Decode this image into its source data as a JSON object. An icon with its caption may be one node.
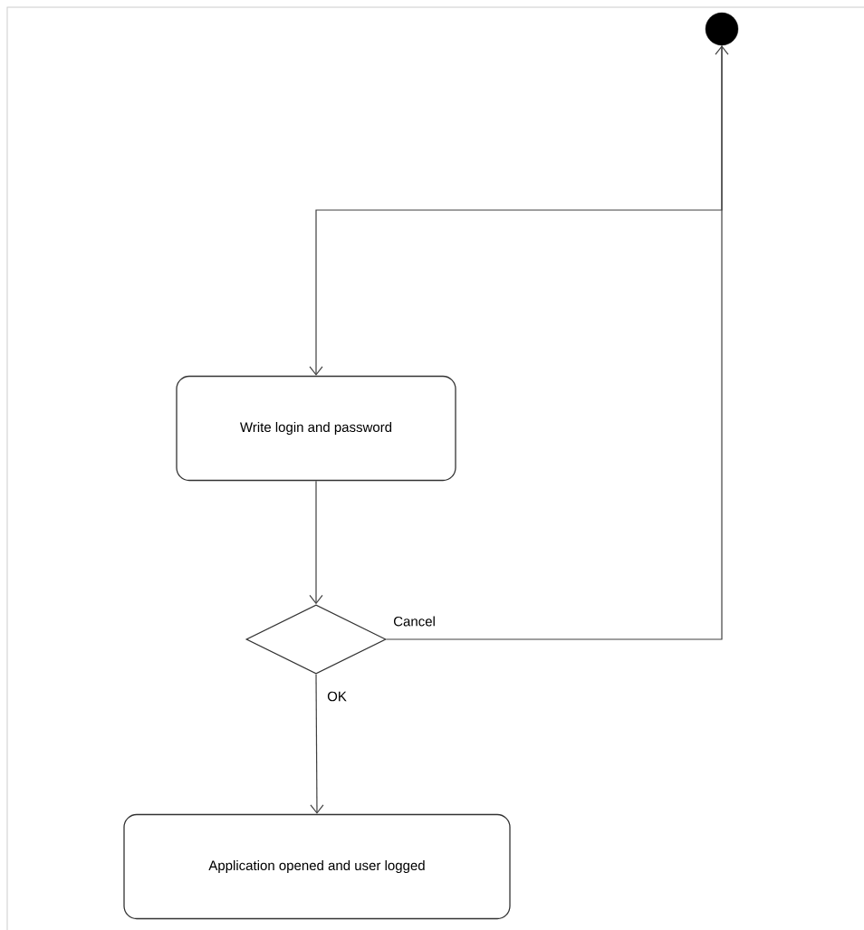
{
  "diagram": {
    "nodes": [
      {
        "text": [],
        "shape": "circle"
      },
      {
        "text": [
          "Write login and password"
        ]
      },
      {
        "text": [],
        "shape": "diamond"
      },
      {
        "text": [
          "Application opened and user logged"
        ]
      }
    ],
    "edges": [
      {
        "from": 0,
        "to": 1,
        "arrow": "to"
      },
      {
        "from": 1,
        "to": 2,
        "arrow": "to"
      },
      {
        "from": 2,
        "to": 3,
        "arrow": "to",
        "label": "OK"
      },
      {
        "from": 2,
        "to": 0,
        "arrow": "to",
        "label": "Cancel"
      }
    ]
  }
}
